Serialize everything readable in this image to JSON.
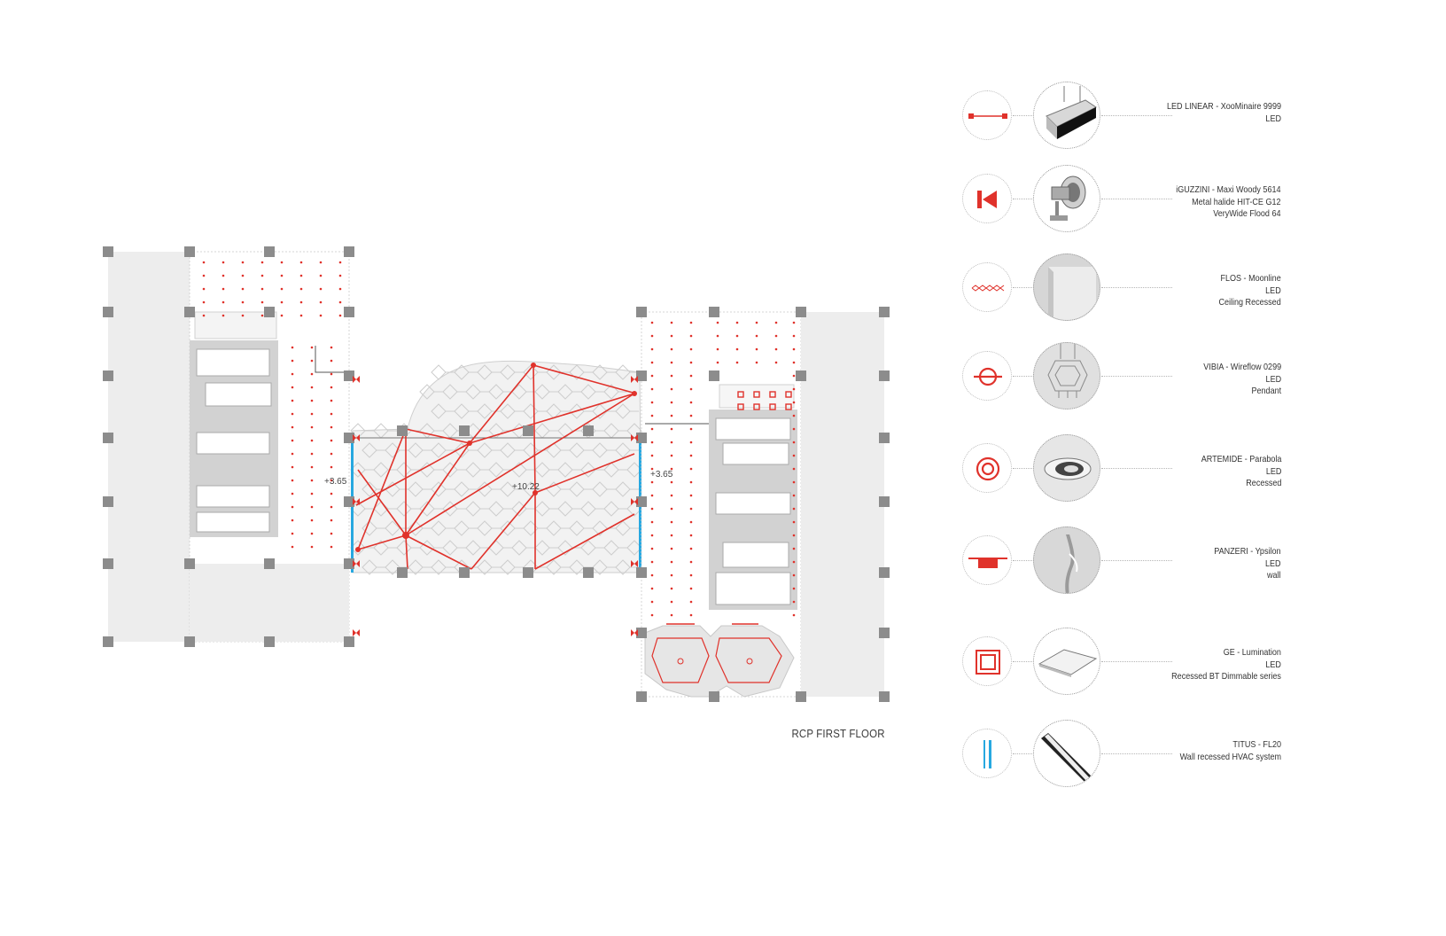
{
  "plan": {
    "title": "RCP FIRST FLOOR",
    "levels": [
      "+3.65",
      "+10.22",
      "+3.65"
    ]
  },
  "colors": {
    "accent": "#e0322b",
    "column": "#8c8c8c",
    "core": "#cfcfcf",
    "slab": "#ededed",
    "pattern": "#c8c8c8",
    "diffuser": "#27a8e0"
  },
  "legend": [
    {
      "symbol": "linear-led-icon",
      "image": "linear-fixture-photo",
      "lines": [
        "LED LINEAR - XooMinaire 9999",
        "LED"
      ]
    },
    {
      "symbol": "floodlight-icon",
      "image": "floodlight-photo",
      "lines": [
        "iGUZZINI - Maxi Woody 5614",
        "Metal halide HIT-CE G12",
        "VeryWide Flood 64"
      ]
    },
    {
      "symbol": "moonline-icon",
      "image": "ceiling-panel-photo",
      "lines": [
        "FLOS - Moonline",
        "LED",
        "Ceiling Recessed"
      ]
    },
    {
      "symbol": "pendant-icon",
      "image": "pendant-photo",
      "lines": [
        "VIBIA - Wireflow 0299",
        "LED",
        "Pendant"
      ]
    },
    {
      "symbol": "recessed-spot-icon",
      "image": "recessed-spot-photo",
      "lines": [
        "ARTEMIDE - Parabola",
        "LED",
        "Recessed"
      ]
    },
    {
      "symbol": "wall-light-icon",
      "image": "wall-light-photo",
      "lines": [
        "PANZERI - Ypsilon",
        "LED",
        "wall"
      ]
    },
    {
      "symbol": "square-panel-icon",
      "image": "square-panel-photo",
      "lines": [
        "GE - Lumination",
        "LED",
        "Recessed BT Dimmable series"
      ]
    },
    {
      "symbol": "diffuser-icon",
      "image": "linear-diffuser-photo",
      "lines": [
        "TITUS -  FL20",
        "Wall recessed HVAC system"
      ]
    }
  ]
}
